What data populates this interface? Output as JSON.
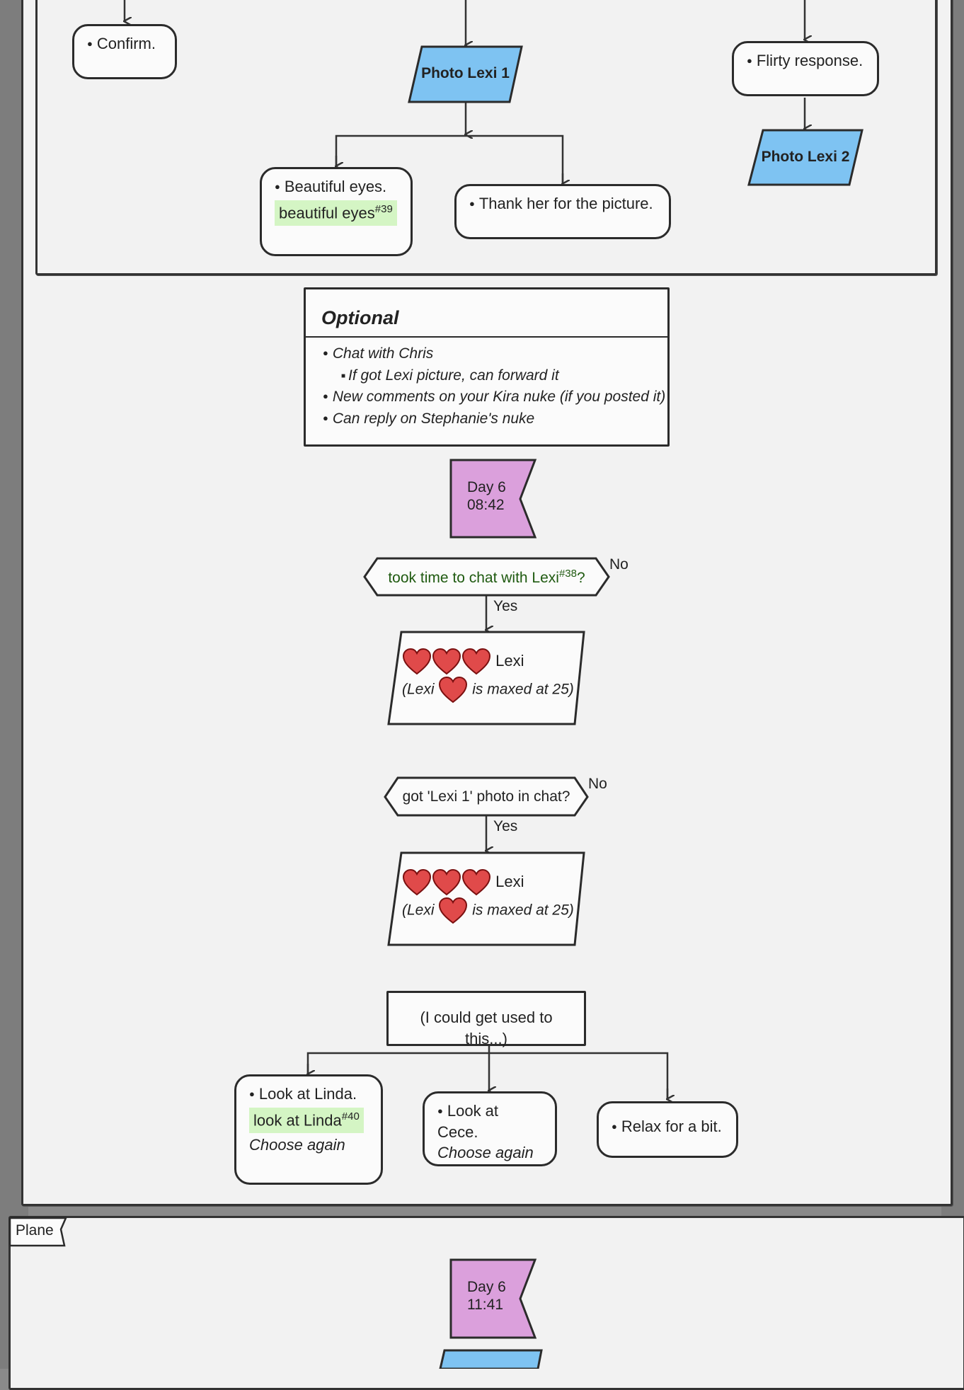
{
  "top": {
    "confirm": "Confirm.",
    "photo_lexi_1": "Photo Lexi 1",
    "flirty": "Flirty response.",
    "photo_lexi_2": "Photo Lexi 2",
    "beautiful_eyes": "Beautiful eyes.",
    "beautiful_eyes_tag": "beautiful eyes",
    "beautiful_eyes_num": "#39",
    "thank_her": "Thank her for the picture."
  },
  "optional": {
    "title": "Optional",
    "items": [
      "Chat with Chris",
      "If got Lexi picture, can forward it",
      "New comments on your Kira nuke (if you posted it)",
      "Can reply on Stephanie's nuke"
    ]
  },
  "day6a": {
    "line1": "Day 6",
    "line2": "08:42"
  },
  "cond1": {
    "text": "took time to chat with Lexi",
    "num": "#38",
    "q": "?",
    "no": "No",
    "yes": "Yes"
  },
  "hearts1": {
    "name": "Lexi",
    "pre": "(Lexi",
    "post": "is maxed at 25)"
  },
  "cond2": {
    "text": "got 'Lexi 1' photo in chat?",
    "no": "No",
    "yes": "Yes"
  },
  "hearts2": {
    "name": "Lexi",
    "pre": "(Lexi",
    "post": "is maxed at 25)"
  },
  "thought": "(I could get used to this...)",
  "choices": {
    "linda": "Look at Linda.",
    "linda_tag": "look at Linda",
    "linda_num": "#40",
    "linda_again": "Choose again",
    "cece": "Look at Cece.",
    "cece_again": "Choose again",
    "relax": "Relax for a bit."
  },
  "plane": {
    "label": "Plane",
    "day_line1": "Day 6",
    "day_line2": "11:41"
  },
  "colors": {
    "photo": "#7ec3f2",
    "flag": "#dba0dc",
    "green_tag": "#d4f5c4",
    "heart": "#e04a4a"
  }
}
